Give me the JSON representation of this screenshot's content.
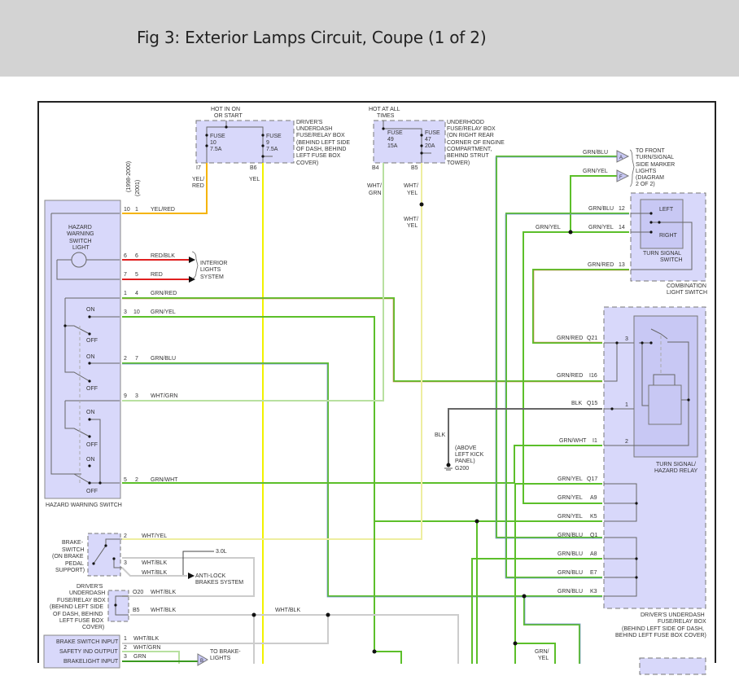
{
  "header": {
    "title": "Fig 3: Exterior Lamps Circuit, Coupe (1 of 2)"
  },
  "colors": {
    "yel_red": "#f5b400",
    "yel": "#f2f200",
    "red": "#e02020",
    "grn": "#5cbf2a",
    "grn_red_accent": "#d08050",
    "grn_blu_accent": "#6e8fd0",
    "wht_grn": "#b8e0a0",
    "wht_yel": "#eeeea0",
    "wht_blk": "#cccccc",
    "blk": "#666666",
    "box_fill": "#d8d8fa",
    "box_inner": "#c8c8f4"
  },
  "fuse_box_1": {
    "supply": [
      "HOT IN ON",
      "OR START"
    ],
    "fuses": [
      {
        "name": "FUSE",
        "number": "10",
        "rating": "7.5A",
        "terminal": "I7",
        "wire": [
          "YEL/",
          "RED"
        ]
      },
      {
        "name": "FUSE",
        "number": "9",
        "rating": "7.5A",
        "terminal": "B6",
        "wire": [
          "YEL"
        ]
      }
    ],
    "label": [
      "DRIVER'S",
      "UNDERDASH",
      "FUSE/RELAY BOX",
      "(BEHIND LEFT SIDE",
      "OF DASH, BEHIND",
      "LEFT FUSE BOX",
      "COVER)"
    ]
  },
  "fuse_box_2": {
    "supply": [
      "HOT AT ALL",
      "TIMES"
    ],
    "fuses": [
      {
        "name": "FUSE",
        "number": "49",
        "rating": "15A",
        "terminal": "B4",
        "wire": [
          "WHT/",
          "GRN"
        ]
      },
      {
        "name": "FUSE",
        "number": "47",
        "rating": "20A",
        "terminal": "B5",
        "wire": [
          "WHT/",
          "YEL"
        ]
      }
    ],
    "wire_lower": [
      "WHT/",
      "YEL"
    ],
    "label": [
      "UNDERHOOD",
      "FUSE/RELAY BOX",
      "(ON RIGHT REAR",
      "CORNER OF ENGINE",
      "COMPARTMENT,",
      "BEHIND STRUT",
      "TOWER)"
    ]
  },
  "year_labels": [
    "(1998-2000)",
    "(2001)"
  ],
  "hazard_switch": {
    "title": "HAZARD WARNING SWITCH",
    "light_label": [
      "HAZARD",
      "WARNING",
      "SWITCH",
      "LIGHT"
    ],
    "on": "ON",
    "off": "OFF",
    "pins": [
      {
        "a": "10",
        "b": "1",
        "wire": "YEL/RED"
      },
      {
        "a": "6",
        "b": "6",
        "wire": "RED/BLK"
      },
      {
        "a": "7",
        "b": "5",
        "wire": "RED"
      },
      {
        "a": "1",
        "b": "4",
        "wire": "GRN/RED"
      },
      {
        "a": "3",
        "b": "10",
        "wire": "GRN/YEL"
      },
      {
        "a": "2",
        "b": "7",
        "wire": "GRN/BLU"
      },
      {
        "a": "9",
        "b": "3",
        "wire": "WHT/GRN"
      },
      {
        "a": "5",
        "b": "2",
        "wire": "GRN/WHT"
      }
    ]
  },
  "interior_lights": [
    "INTERIOR",
    "LIGHTS",
    "SYSTEM"
  ],
  "front_markers": {
    "connectors": [
      {
        "id": "A",
        "wire": "GRN/BLU"
      },
      {
        "id": "F",
        "wire": "GRN/YEL"
      }
    ],
    "label": [
      "TO FRONT",
      "TURN/SIGNAL",
      "SIDE MARKER",
      "LIGHTS",
      "(DIAGRAM",
      "2 OF 2)"
    ]
  },
  "combination_switch": {
    "inner_label": [
      "TURN SIGNAL",
      "SWITCH"
    ],
    "left": "LEFT",
    "right": "RIGHT",
    "label": [
      "COMBINATION",
      "LIGHT SWITCH"
    ],
    "pins": [
      {
        "pin": "12",
        "wire": "GRN/BLU"
      },
      {
        "pin": "14",
        "wire": "GRN/YEL"
      },
      {
        "pin": "13",
        "wire": "GRN/RED"
      }
    ],
    "splice_wire": "GRN/YEL"
  },
  "relay_box": {
    "relay_label": [
      "TURN SIGNAL/",
      "HAZARD RELAY"
    ],
    "relay_pins": [
      "3",
      "1",
      "2"
    ],
    "pins": [
      {
        "pin": "Q21",
        "wire": "GRN/RED"
      },
      {
        "pin": "I16",
        "wire": "GRN/RED"
      },
      {
        "pin": "Q15",
        "wire": "BLK"
      },
      {
        "pin": "I1",
        "wire": "GRN/WHT"
      },
      {
        "pin": "Q17",
        "wire": "GRN/YEL"
      },
      {
        "pin": "A9",
        "wire": "GRN/YEL"
      },
      {
        "pin": "K5",
        "wire": "GRN/YEL"
      },
      {
        "pin": "Q1",
        "wire": "GRN/BLU"
      },
      {
        "pin": "A8",
        "wire": "GRN/BLU"
      },
      {
        "pin": "E7",
        "wire": "GRN/BLU"
      },
      {
        "pin": "K3",
        "wire": "GRN/BLU"
      }
    ],
    "label": [
      "DRIVER'S UNDERDASH",
      "FUSE/RELAY BOX",
      "(BEHIND LEFT SIDE OF DASH,",
      "BEHIND LEFT FUSE BOX COVER)"
    ]
  },
  "ground": {
    "wire": "BLK",
    "location": [
      "(ABOVE",
      "LEFT KICK",
      "PANEL)"
    ],
    "id": "G200"
  },
  "brake_switch": {
    "label": [
      "BRAKE-",
      "SWITCH",
      "(ON BRAKE",
      "PEDAL",
      "SUPPORT)"
    ],
    "pins": [
      {
        "pin": "2",
        "wire": "WHT/YEL"
      },
      {
        "pin": "3",
        "wire": "WHT/BLK"
      }
    ],
    "abs_wire": "WHT/BLK",
    "abs_variant": "3.0L",
    "abs_label": [
      "ANTI-LOCK",
      "BRAKES SYSTEM"
    ]
  },
  "fuse_box_3": {
    "label": [
      "DRIVER'S",
      "UNDERDASH",
      "FUSE/RELAY BOX",
      "(BEHIND LEFT SIDE",
      "OF DASH, BEHIND",
      "LEFT FUSE BOX",
      "COVER)"
    ],
    "pins": [
      {
        "pin": "O20",
        "wire": "WHT/BLK"
      },
      {
        "pin": "B5",
        "wire": "WHT/BLK"
      }
    ],
    "bus_wire": "WHT/BLK"
  },
  "bottom_module": {
    "inputs": [
      {
        "label": "BRAKE SWITCH INPUT",
        "pin": "1",
        "wire": "WHT/BLK"
      },
      {
        "label": "SAFETY IND OUTPUT",
        "pin": "2",
        "wire": "WHT/GRN"
      },
      {
        "label": "BRAKELIGHT INPUT",
        "pin": "3",
        "wire": "GRN"
      }
    ],
    "connector": "B",
    "to_label": [
      "TO BRAKE-",
      "LIGHTS"
    ]
  },
  "bottom_wire": [
    "GRN/",
    "YEL"
  ]
}
